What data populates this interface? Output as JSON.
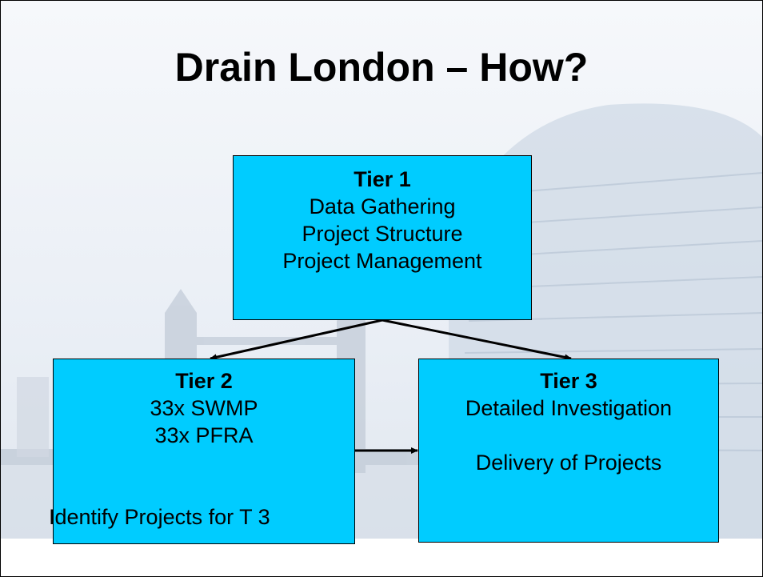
{
  "title": "Drain London – How?",
  "colors": {
    "box_fill": "#00ccff",
    "box_border": "#000000",
    "arrow": "#000000"
  },
  "tiers": [
    {
      "heading": "Tier 1",
      "lines": [
        "Data Gathering",
        "Project Structure",
        "Project Management"
      ]
    },
    {
      "heading": "Tier 2",
      "lines": [
        "33x SWMP",
        "33x PFRA",
        "Identify Projects for T 3"
      ]
    },
    {
      "heading": "Tier 3",
      "lines": [
        "Detailed Investigation",
        "Delivery of Projects"
      ]
    }
  ],
  "connections": [
    {
      "from": "Tier 1",
      "to": "Tier 2"
    },
    {
      "from": "Tier 1",
      "to": "Tier 3"
    },
    {
      "from": "Tier 2",
      "to": "Tier 3"
    }
  ]
}
